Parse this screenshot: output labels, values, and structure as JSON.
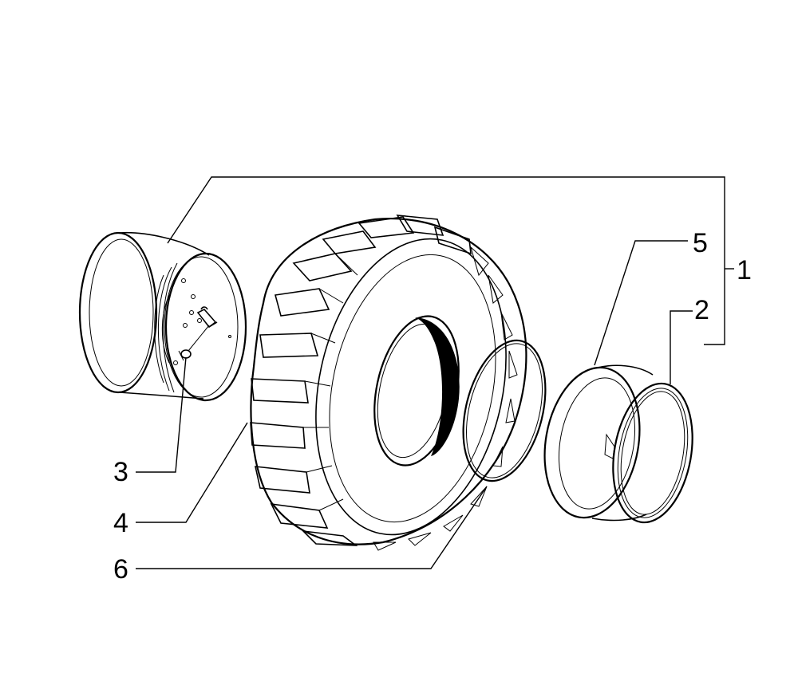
{
  "callouts": {
    "c1": "1",
    "c2": "2",
    "c3": "3",
    "c4": "4",
    "c5": "5",
    "c6": "6"
  },
  "parts": [
    "wheel-rim",
    "valve",
    "tire",
    "o-ring",
    "side-ring",
    "lock-ring"
  ],
  "colors": {
    "line": "#000000",
    "background": "#ffffff"
  }
}
